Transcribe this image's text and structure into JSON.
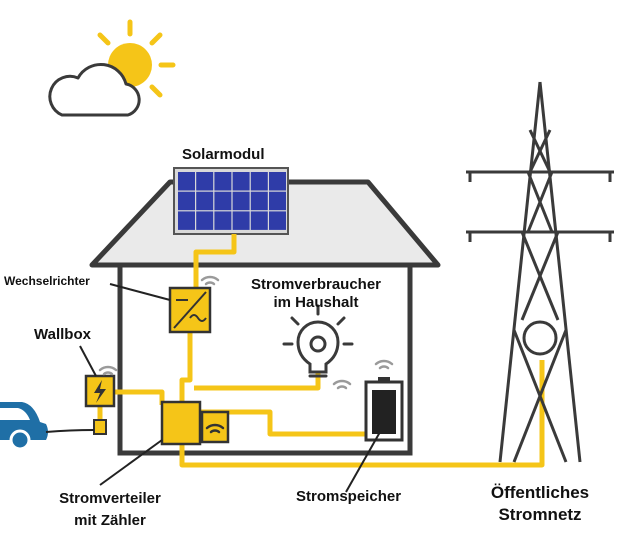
{
  "labels": {
    "solar_module": "Solarmodul",
    "inverter": "Wechselrichter",
    "wallbox": "Wallbox",
    "consumer_line1": "Stromverbraucher",
    "consumer_line2": "im Haushalt",
    "distributor_line1": "Stromverteiler",
    "distributor_line2": "mit Zähler",
    "storage": "Stromspeicher",
    "grid_line1": "Öffentliches",
    "grid_line2": "Stromnetz"
  },
  "icons": [
    "sun-icon",
    "cloud-icon",
    "solar-panel-icon",
    "house-icon",
    "inverter-icon",
    "wallbox-icon",
    "car-icon",
    "lightbulb-icon",
    "battery-icon",
    "meter-icon",
    "power-pylon-icon",
    "wifi-icon"
  ],
  "colors": {
    "energy_line": "#f5c518",
    "sun": "#f5c518",
    "panel": "#2f3ca8",
    "house_outline": "#3a3a3a",
    "roof": "#e8e8e8",
    "car": "#1f6fa6",
    "wifi": "#9a9a9a",
    "pylon": "#3a3a3a"
  }
}
